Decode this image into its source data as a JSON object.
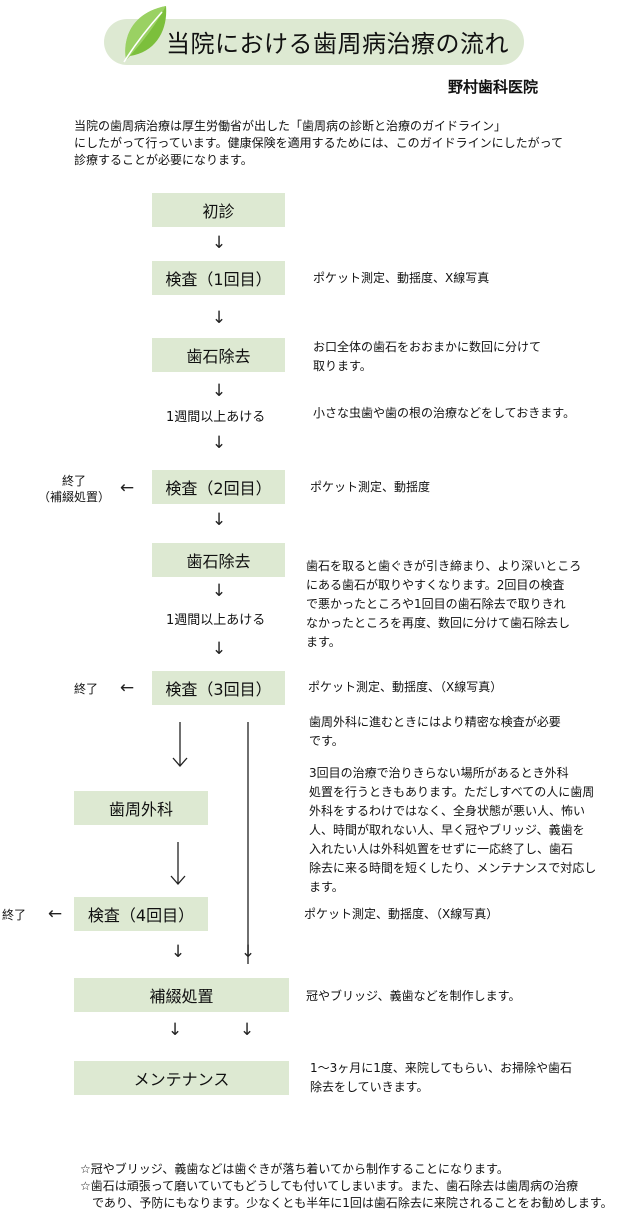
{
  "header": {
    "title": "当院における歯周病治療の流れ",
    "clinic": "野村歯科医院",
    "leaf_icon": "leaf-icon",
    "accent_color": "#dde9d2"
  },
  "intro": [
    "当院の歯周病治療は厚生労働省が出した「歯周病の診断と治療のガイドライン」",
    "にしたがって行っています。健康保険を適用するためには、このガイドラインにしたがって",
    "診療することが必要になります。"
  ],
  "steps": {
    "first_visit": "初診",
    "exam1": "検査（1回目）",
    "scaling1": "歯石除去",
    "wait1": "1週間以上あける",
    "exam2": "検査（2回目）",
    "scaling2": "歯石除去",
    "wait2": "1週間以上あける",
    "exam3": "検査（3回目）",
    "surgery": "歯周外科",
    "exam4": "検査（4回目）",
    "prosthesis": "補綴処置",
    "maintenance": "メンテナンス"
  },
  "notes": {
    "exam1": "ポケット測定、動揺度、X線写真",
    "scaling1": [
      "お口全体の歯石をおおまかに数回に分けて",
      "取ります。"
    ],
    "wait1": "小さな虫歯や歯の根の治療などをしておきます。",
    "exam2": "ポケット測定、動揺度",
    "scaling2": [
      "歯石を取ると歯ぐきが引き締まり、より深いところ",
      "にある歯石が取りやすくなります。2回目の検査",
      "で悪かったところや1回目の歯石除去で取りきれ",
      "なかったところを再度、数回に分けて歯石除去し",
      "ます。"
    ],
    "exam3": "ポケット測定、動揺度、（X線写真）",
    "surgery_a": [
      "歯周外科に進むときにはより精密な検査が必要",
      "です。"
    ],
    "surgery_b": [
      "3回目の治療で治りきらない場所があるとき外科",
      "処置を行うときもあります。ただしすべての人に歯周",
      "外科をするわけではなく、全身状態が悪い人、怖い",
      "人、時間が取れない人、早く冠やブリッジ、義歯を",
      "入れたい人は外科処置をせずに一応終了し、歯石",
      "除去に来る時間を短くしたり、メンテナンスで対応し",
      "ます。"
    ],
    "exam4": "ポケット測定、動揺度、（X線写真）",
    "prosthesis": "冠やブリッジ、義歯などを制作します。",
    "maintenance": [
      "1～3ヶ月に1度、来院してもらい、お掃除や歯石",
      "除去をしていきます。"
    ]
  },
  "ends": {
    "exam2": [
      "終了",
      "（補綴処置）"
    ],
    "exam3": "終了",
    "exam4": "終了",
    "arrow_left": "←",
    "arrow_down": "↓"
  },
  "footer": [
    "☆冠やブリッジ、義歯などは歯ぐきが落ち着いてから制作することになります。",
    "☆歯石は頑張って磨いていてもどうしても付いてしまいます。また、歯石除去は歯周病の治療",
    "　であり、予防にもなります。少なくとも半年に1回は歯石除去に来院されることをお勧めします。"
  ]
}
